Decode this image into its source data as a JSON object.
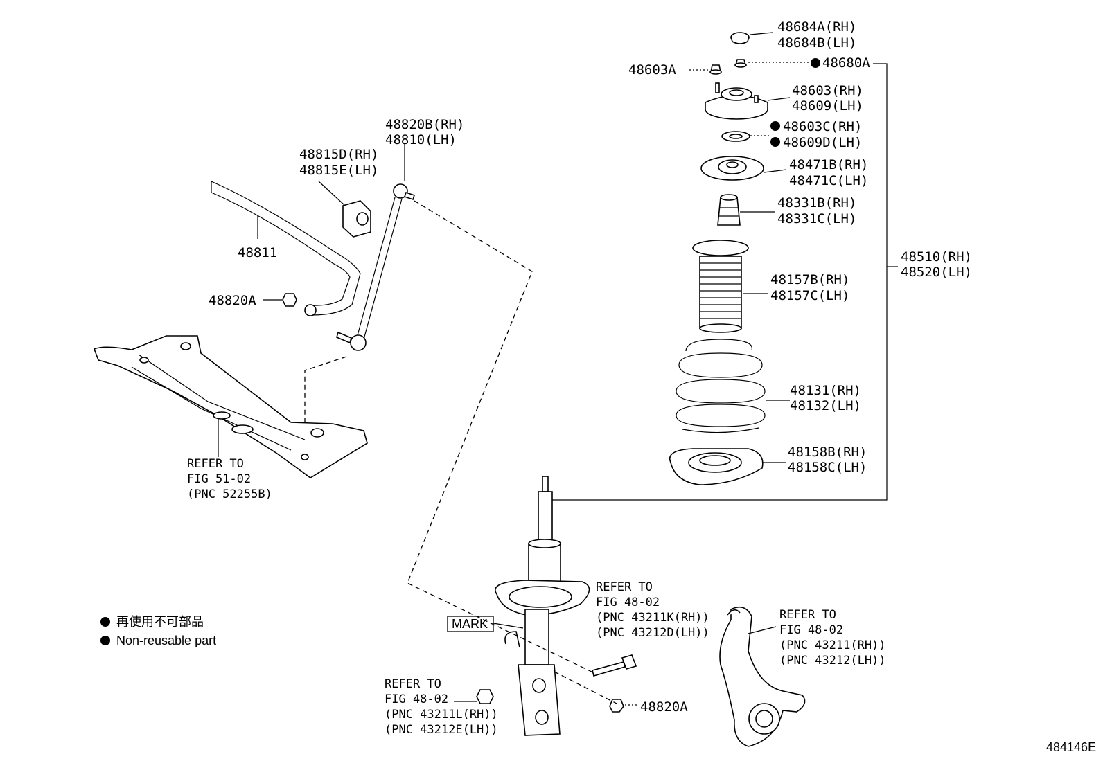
{
  "labels": {
    "p48684a": "48684A(RH)",
    "p48684b": "48684B(LH)",
    "p48603a": "48603A",
    "p48680a": "48680A",
    "p48603rh": "48603(RH)",
    "p48609lh": "48609(LH)",
    "p48603c": "48603C(RH)",
    "p48609d": "48609D(LH)",
    "p48471b": "48471B(RH)",
    "p48471c": "48471C(LH)",
    "p48331b": "48331B(RH)",
    "p48331c": "48331C(LH)",
    "p48157b": "48157B(RH)",
    "p48157c": "48157C(LH)",
    "p48131": "48131(RH)",
    "p48132": "48132(LH)",
    "p48158b": "48158B(RH)",
    "p48158c": "48158C(LH)",
    "p48510": "48510(RH)",
    "p48520": "48520(LH)",
    "p48820b": "48820B(RH)",
    "p48810": "48810(LH)",
    "p48815d": "48815D(RH)",
    "p48815e": "48815E(LH)",
    "p48811": "48811",
    "p48820a_top": "48820A",
    "p48820a_bottom": "48820A"
  },
  "refers": {
    "crossmember": [
      "REFER TO",
      "FIG 51-02",
      "(PNC 52255B)"
    ],
    "strut_top": [
      "REFER TO",
      "FIG 48-02",
      "(PNC 43211K(RH))",
      "(PNC 43212D(LH))"
    ],
    "knuckle": [
      "REFER TO",
      "FIG 48-02",
      "(PNC 43211(RH))",
      "(PNC 43212(LH))"
    ],
    "strut_bottom": [
      "REFER TO",
      "FIG 48-02",
      "(PNC 43211L(RH))",
      "(PNC 43212E(LH))"
    ]
  },
  "mark_label": "MARK",
  "legend": {
    "japanese": "再使用不可部品",
    "english": "Non-reusable part"
  },
  "figure_id": "484146E"
}
